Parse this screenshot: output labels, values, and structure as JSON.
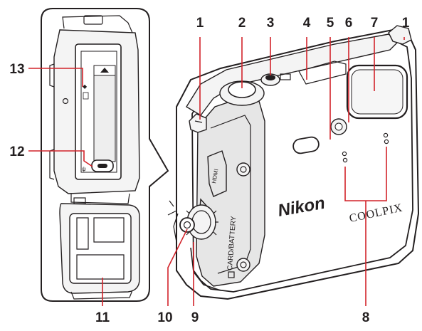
{
  "callouts": [
    "1",
    "2",
    "3",
    "4",
    "5",
    "6",
    "7",
    "1",
    "13",
    "12",
    "11",
    "10",
    "9",
    "8"
  ],
  "camera": {
    "brand": "Nikon",
    "model": "COOLPIX",
    "side_label": "CARD/BATTERY",
    "port_label": "HDMI"
  },
  "colors": {
    "leader_line": "#d2232a",
    "outline": "#231f20"
  }
}
